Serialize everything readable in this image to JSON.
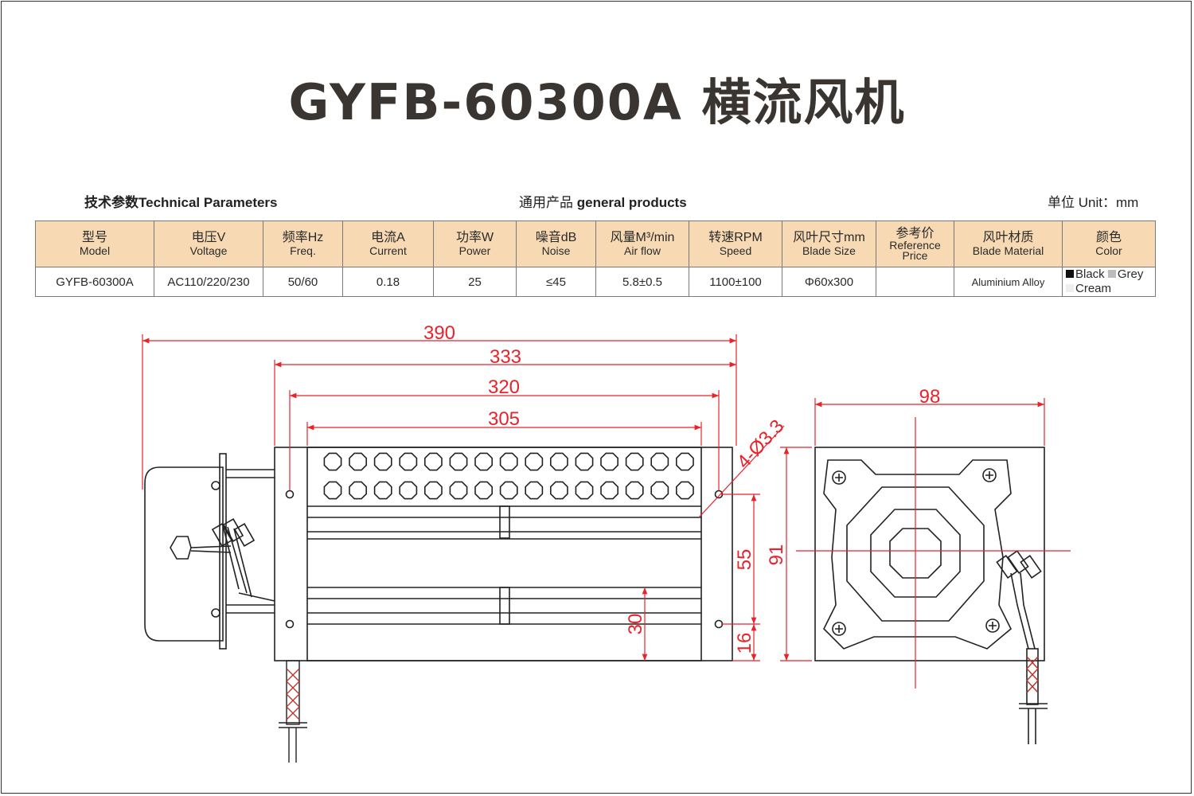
{
  "title": "GYFB-60300A 横流风机",
  "subtitles": {
    "tech_cn": "技术参数",
    "tech_en": "Technical Parameters",
    "general_cn": "通用产品",
    "general_en": "general products",
    "unit": "单位 Unit：mm"
  },
  "table": {
    "headers": [
      {
        "cn": "型号",
        "en": "Model"
      },
      {
        "cn": "电压V",
        "en": "Voltage"
      },
      {
        "cn": "频率Hz",
        "en": "Freq."
      },
      {
        "cn": "电流A",
        "en": "Current"
      },
      {
        "cn": "功率W",
        "en": "Power"
      },
      {
        "cn": "噪音dB",
        "en": "Noise"
      },
      {
        "cn": "风量M³/min",
        "en": "Air flow"
      },
      {
        "cn": "转速RPM",
        "en": "Speed"
      },
      {
        "cn": "风叶尺寸mm",
        "en": "Blade Size"
      },
      {
        "cn": "参考价",
        "en": "Reference Price"
      },
      {
        "cn": "风叶材质",
        "en": "Blade Material"
      },
      {
        "cn": "颜色",
        "en": "Color"
      }
    ],
    "row": {
      "model": "GYFB-60300A",
      "voltage": "AC110/220/230",
      "freq": "50/60",
      "current": "0.18",
      "power": "25",
      "noise": "≤45",
      "airflow": "5.8±0.5",
      "speed": "1100±100",
      "blade_size": "Φ60x300",
      "price": "",
      "material": "Aluminium Alloy",
      "colors": [
        {
          "name": "Black",
          "hex": "#111111"
        },
        {
          "name": "Grey",
          "hex": "#bbbbbb"
        },
        {
          "name": "Cream",
          "hex": "#eeeeee"
        }
      ]
    }
  },
  "dimensions": {
    "d390": "390",
    "d333": "333",
    "d320": "320",
    "d305": "305",
    "hole": "4-Ø3.3",
    "d98": "98",
    "d91": "91",
    "d55": "55",
    "d30": "30",
    "d16": "16"
  },
  "colors": {
    "dim_line": "#e8232a",
    "table_header": "#f7d9b3",
    "title": "#3a3531"
  }
}
